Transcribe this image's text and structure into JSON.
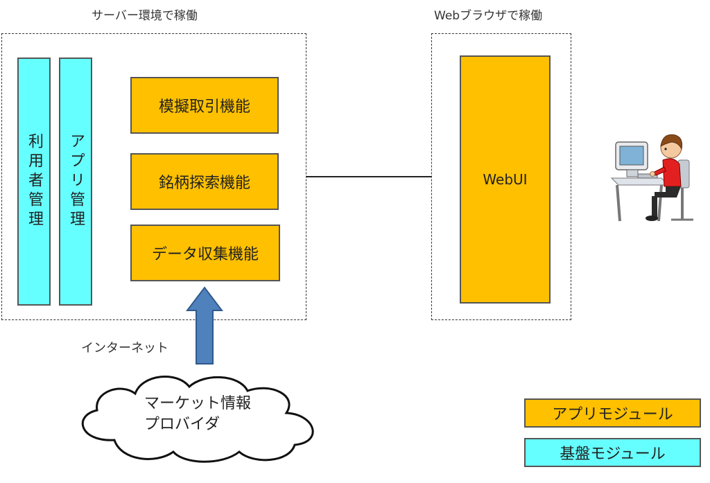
{
  "server": {
    "caption": "サーバー環境で稼働",
    "base_modules": [
      "利用者管理",
      "アプリ管理"
    ],
    "app_modules": [
      "模擬取引機能",
      "銘柄探索機能",
      "データ収集機能"
    ]
  },
  "browser": {
    "caption": "Webブラウザで稼働",
    "module": "WebUI"
  },
  "internet_label": "インターネット",
  "provider": {
    "line1": "マーケット情報",
    "line2": "プロバイダ"
  },
  "legend": {
    "app_module": "アプリモジュール",
    "base_module": "基盤モジュール"
  },
  "colors": {
    "app_module": "#FFC000",
    "base_module": "#66FFFF",
    "arrow": "#4F81BD"
  },
  "icons": [
    "user-at-computer-icon",
    "cloud-shape",
    "up-arrow"
  ]
}
